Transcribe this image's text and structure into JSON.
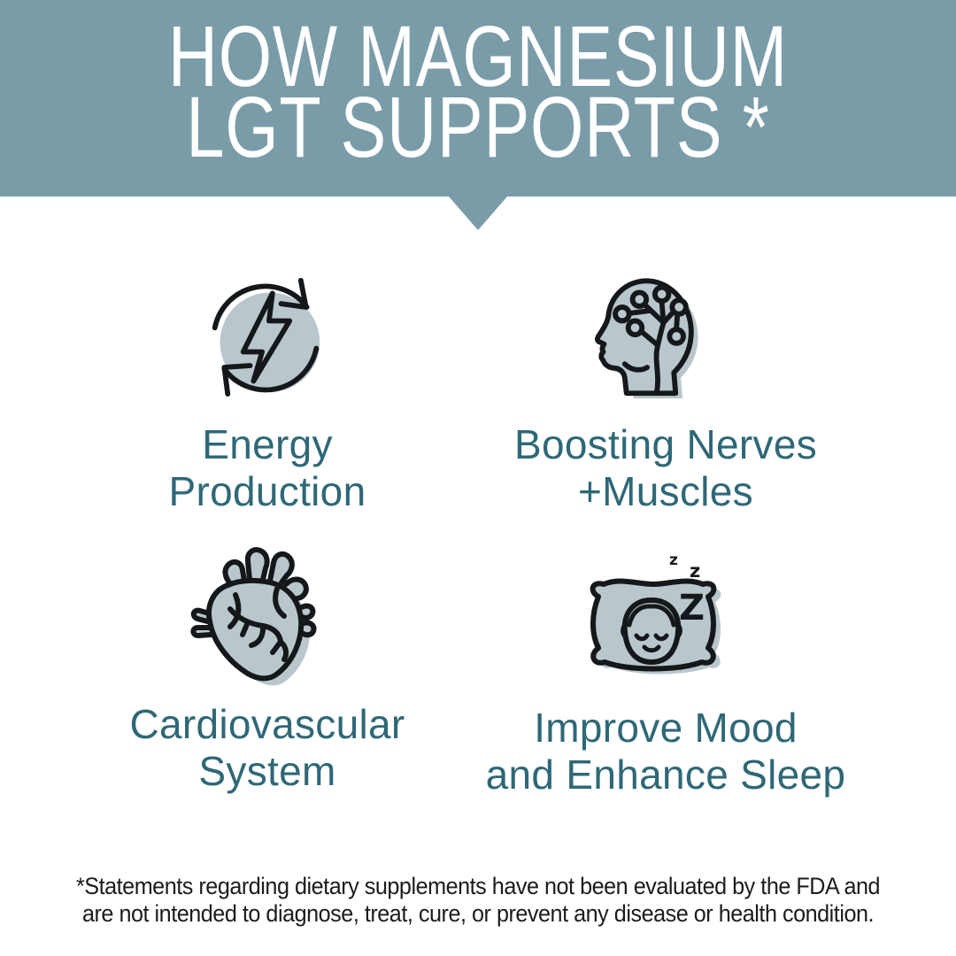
{
  "banner": {
    "title_line1": "HOW MAGNESIUM",
    "title_line2": "LGT SUPPORTS *"
  },
  "features": [
    {
      "id": "energy-production",
      "icon": "energy-cycle-icon",
      "label": "Energy\nProduction"
    },
    {
      "id": "nerves-muscles",
      "icon": "head-nerves-icon",
      "label": "Boosting Nerves\n+Muscles"
    },
    {
      "id": "cardiovascular",
      "icon": "anatomical-heart-icon",
      "label": "Cardiovascular\nSystem"
    },
    {
      "id": "mood-sleep",
      "icon": "sleeping-face-pillow-icon",
      "label": "Improve Mood\nand Enhance Sleep"
    }
  ],
  "sleep_icon": {
    "z_small": "z",
    "z_medium": "z",
    "z_large": "Z"
  },
  "disclaimer": "*Statements regarding dietary supplements have not been evaluated by the FDA and\nare not intended to diagnose, treat, cure, or prevent any disease or health condition.",
  "colors": {
    "banner_bg": "#7a9ca8",
    "banner_text": "#ffffff",
    "icon_fill": "#b9c7cd",
    "icon_stroke": "#15181b",
    "label_text": "#2e6877",
    "disclaimer_text": "#1c1c1e",
    "page_bg": "#ffffff"
  }
}
